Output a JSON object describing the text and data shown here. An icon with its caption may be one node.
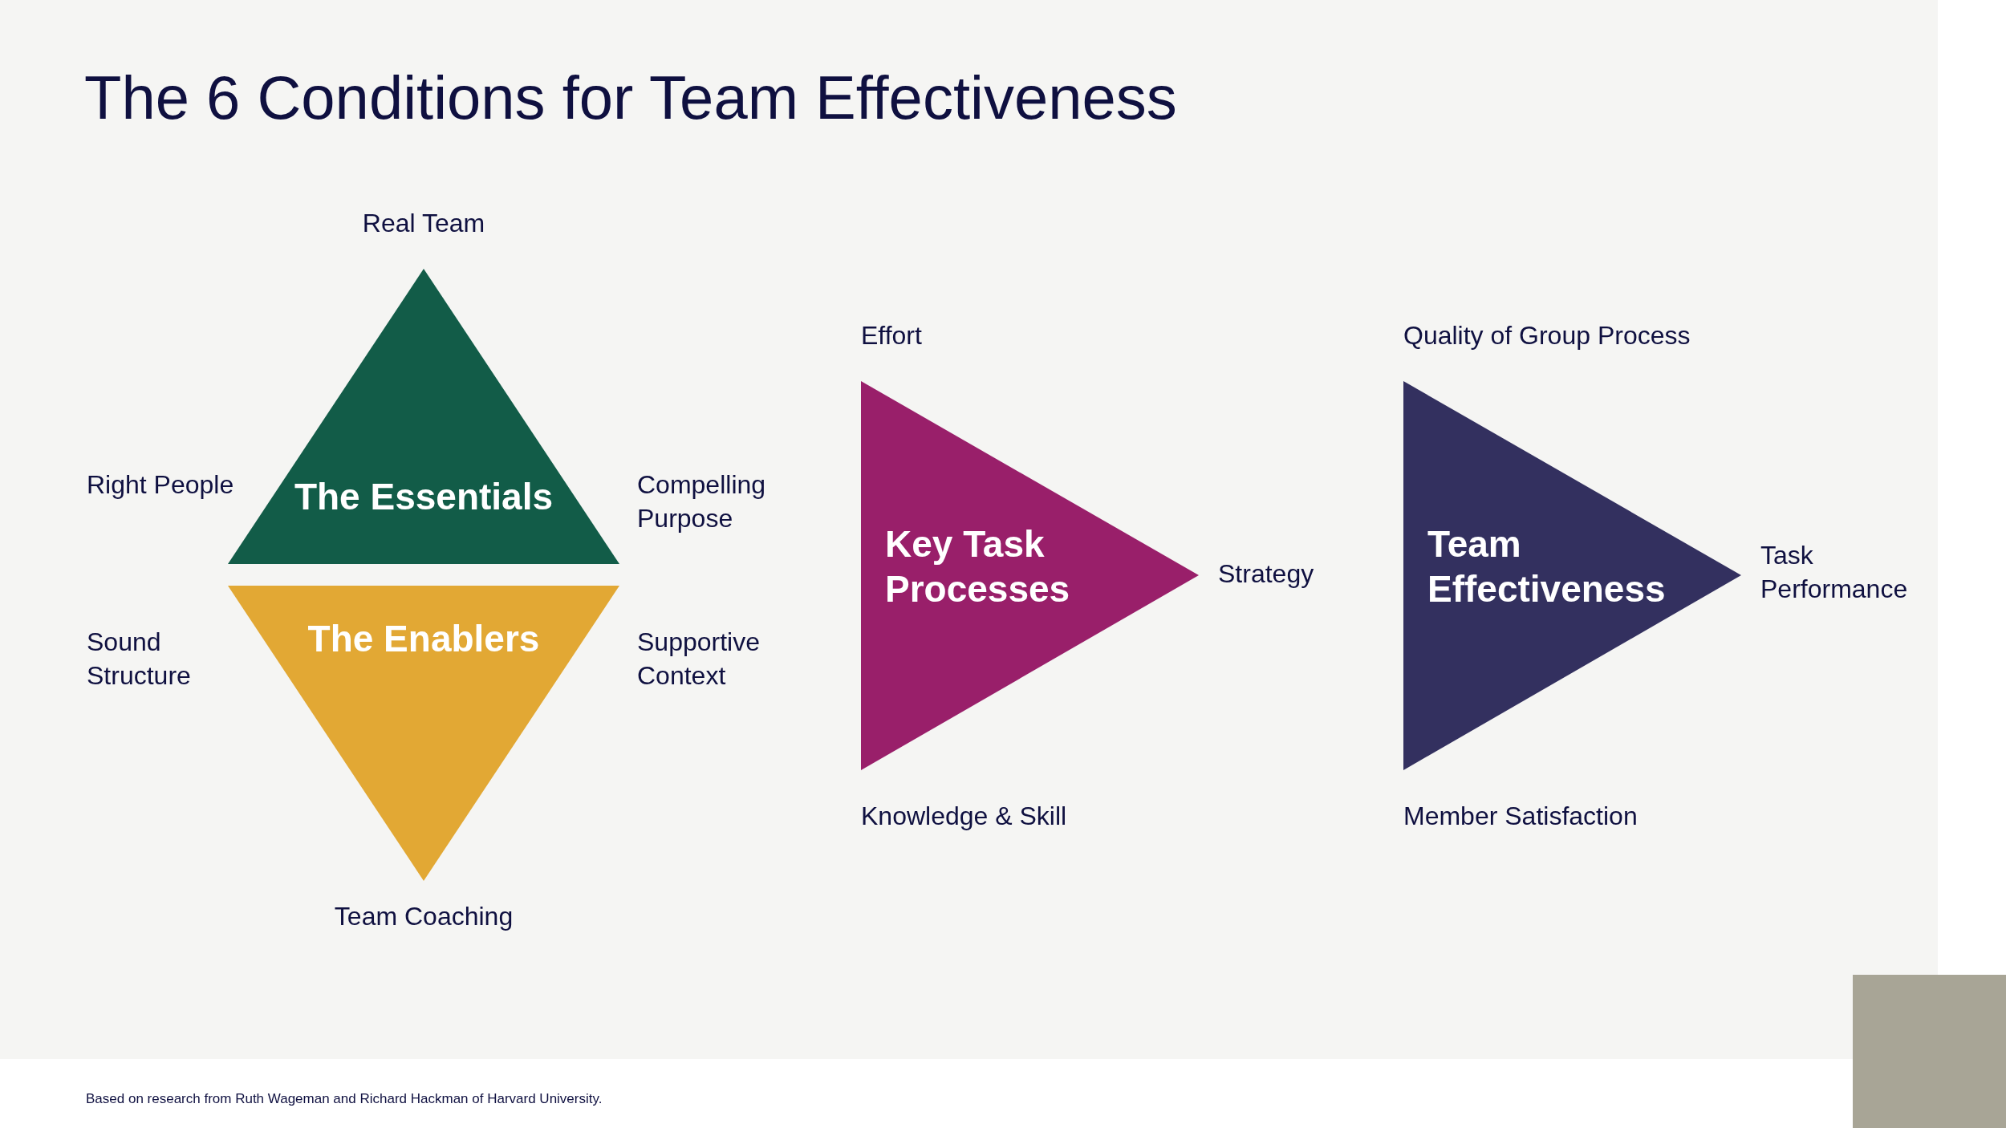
{
  "diagram": {
    "title": "The 6 Conditions for Team Effectiveness",
    "nodes": [
      {
        "text": [
          "The Essentials"
        ]
      },
      {
        "text": [
          "The Enablers"
        ]
      },
      {
        "text": [
          "Key Task Processes"
        ]
      },
      {
        "text": [
          "Team Effectiveness"
        ]
      }
    ],
    "labels": [
      "Real Team",
      "Right People",
      "Compelling Purpose",
      "Sound Structure",
      "Supportive Context",
      "Team Coaching",
      "Effort",
      "Quality of Group Process",
      "Strategy",
      "Task Performance",
      "Knowledge & Skill",
      "Member Satisfaction"
    ],
    "caption": "Based on research from Ruth Wageman and Richard Hackman of Harvard University."
  }
}
